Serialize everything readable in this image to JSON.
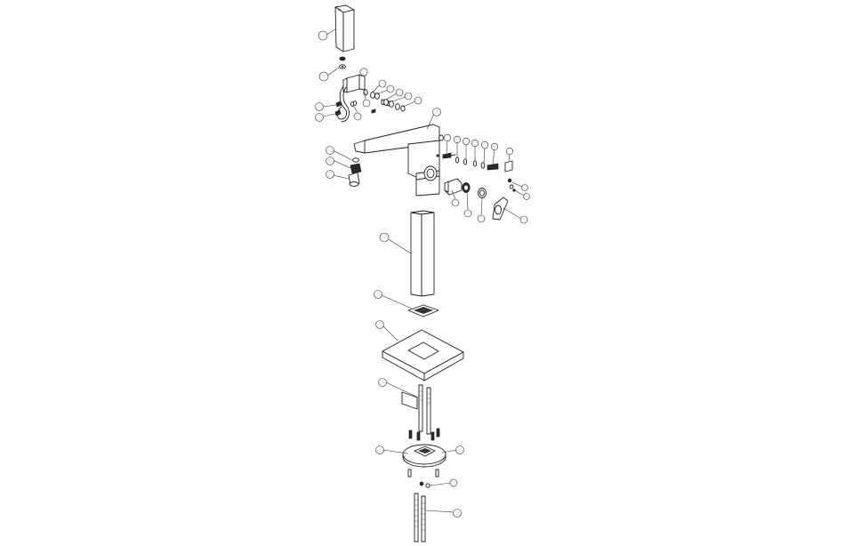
{
  "diagram": {
    "callouts": [
      {
        "id": "c-hand-shower"
      },
      {
        "id": "c-washer-top"
      },
      {
        "id": "c-bracket"
      },
      {
        "id": "c-ring-a"
      },
      {
        "id": "c-ring-b"
      },
      {
        "id": "c-ring-c"
      },
      {
        "id": "c-ring-d"
      },
      {
        "id": "c-pin"
      },
      {
        "id": "c-hose-top"
      },
      {
        "id": "c-hose-mid"
      },
      {
        "id": "c-clip"
      },
      {
        "id": "c-spout"
      },
      {
        "id": "c-seal-1"
      },
      {
        "id": "c-seal-2"
      },
      {
        "id": "c-seal-3"
      },
      {
        "id": "c-seal-4"
      },
      {
        "id": "c-seal-5"
      },
      {
        "id": "c-seal-6"
      },
      {
        "id": "c-screw-r1"
      },
      {
        "id": "c-screw-r2"
      },
      {
        "id": "c-aerator-1"
      },
      {
        "id": "c-aerator-2"
      },
      {
        "id": "c-aerator-3"
      },
      {
        "id": "c-cartridge"
      },
      {
        "id": "c-cart-ring"
      },
      {
        "id": "c-cap"
      },
      {
        "id": "c-lever"
      },
      {
        "id": "c-column"
      },
      {
        "id": "c-gasket"
      },
      {
        "id": "c-base-plate"
      },
      {
        "id": "c-studs"
      },
      {
        "id": "c-mount-left"
      },
      {
        "id": "c-mount-right"
      },
      {
        "id": "c-nut"
      },
      {
        "id": "c-threaded-rods"
      }
    ]
  }
}
